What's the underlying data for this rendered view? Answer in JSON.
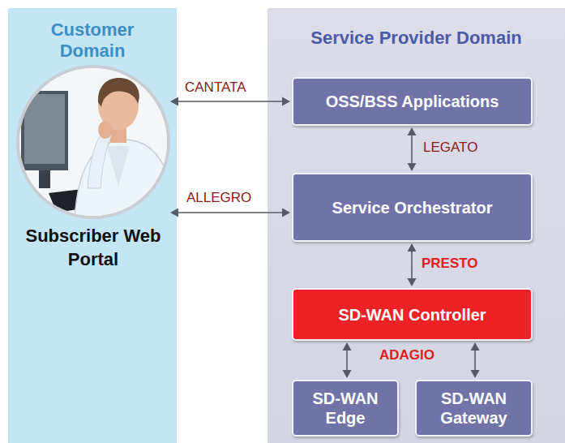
{
  "diagram": {
    "nodes": [
      {
        "text": [
          "Customer Domain"
        ]
      },
      {
        "text": [
          "Service Provider Domain"
        ]
      },
      {
        "text": [
          "Subscriber Web Portal"
        ],
        "in": 0
      },
      {
        "text": [
          "OSS/BSS Applications"
        ],
        "in": 1
      },
      {
        "text": [
          "Service Orchestrator"
        ],
        "in": 1
      },
      {
        "text": [
          "SD-WAN Controller"
        ],
        "in": 1
      },
      {
        "text": [
          "SD-WAN Edge"
        ],
        "in": 1
      },
      {
        "text": [
          "SD-WAN Gateway"
        ],
        "in": 1
      }
    ],
    "edges": [
      {
        "from": 2,
        "to": 3,
        "arrow": "both",
        "label": "CANTATA"
      },
      {
        "from": 2,
        "to": 4,
        "arrow": "both",
        "label": "ALLEGRO"
      },
      {
        "from": 3,
        "to": 4,
        "arrow": "both",
        "label": "LEGATO"
      },
      {
        "from": 4,
        "to": 5,
        "arrow": "both",
        "label": "PRESTO"
      },
      {
        "from": 5,
        "to": 6,
        "arrow": "both",
        "label": "ADAGIO"
      },
      {
        "from": 5,
        "to": 7,
        "arrow": "both"
      }
    ]
  }
}
